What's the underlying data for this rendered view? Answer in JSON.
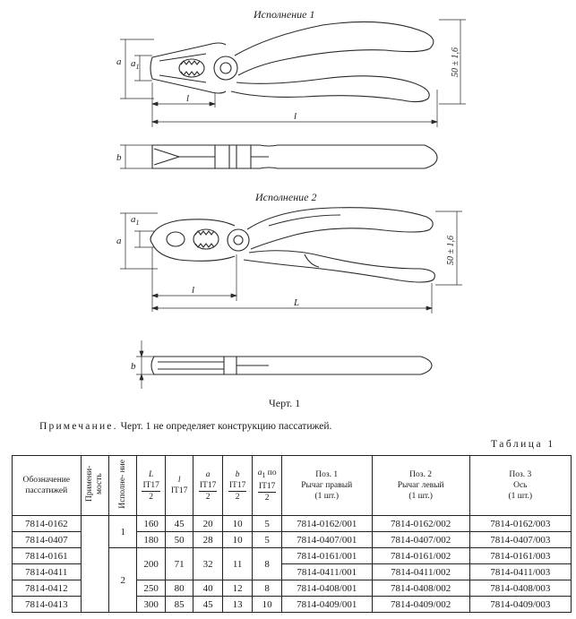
{
  "drawing": {
    "variant1_title": "Исполнение 1",
    "variant2_title": "Исполнение 2",
    "dim_a": "a",
    "dim_a1": "a",
    "dim_a1_sub": "1",
    "dim_l_small": "l",
    "dim_l_large": "l",
    "dim_L": "L",
    "dim_b": "b",
    "dim_height": "50 ± 1,6",
    "figure_caption": "Черт. 1"
  },
  "note": {
    "label": "Примечание.",
    "text": "Черт. 1 не определяет конструкцию пассатижей."
  },
  "table": {
    "caption": "Таблица 1",
    "headers": {
      "designation": "Обозначение пассатижей",
      "applicability": "Примени-\nмость",
      "variant": "Исполне-\nние",
      "L": "L",
      "L_num": "IT17",
      "L_den": "2",
      "l": "l",
      "l_sub": "IT17",
      "a": "a",
      "a_num": "IT17",
      "a_den": "2",
      "b": "b",
      "b_num": "IT17",
      "b_den": "2",
      "a1": "a",
      "a1_sub": "1",
      "a1_suffix": " по",
      "a1_num": "IT17",
      "a1_den": "2",
      "pos1_l1": "Поз. 1",
      "pos1_l2": "Рычаг правый",
      "pos1_l3": "(1 шт.)",
      "pos2_l1": "Поз. 2",
      "pos2_l2": "Рычаг левый",
      "pos2_l3": "(1 шт.)",
      "pos3_l1": "Поз. 3",
      "pos3_l2": "Ось",
      "pos3_l3": "(1 шт.)"
    },
    "variant_values": [
      "1",
      "2"
    ],
    "rows": [
      {
        "designation": "7814-0162",
        "L": "160",
        "l": "45",
        "a": "20",
        "b": "10",
        "a1": "5",
        "pos1": "7814-0162/001",
        "pos2": "7814-0162/002",
        "pos3": "7814-0162/003"
      },
      {
        "designation": "7814-0407",
        "L": "180",
        "l": "50",
        "a": "28",
        "b": "10",
        "a1": "5",
        "pos1": "7814-0407/001",
        "pos2": "7814-0407/002",
        "pos3": "7814-0407/003"
      },
      {
        "designation": "7814-0161",
        "L": "200",
        "l": "71",
        "a": "32",
        "b": "11",
        "a1": "8",
        "pos1": "7814-0161/001",
        "pos2": "7814-0161/002",
        "pos3": "7814-0161/003"
      },
      {
        "designation": "7814-0411",
        "pos1": "7814-0411/001",
        "pos2": "7814-0411/002",
        "pos3": "7814-0411/003"
      },
      {
        "designation": "7814-0412",
        "L": "250",
        "l": "80",
        "a": "40",
        "b": "12",
        "a1": "8",
        "pos1": "7814-0408/001",
        "pos2": "7814-0408/002",
        "pos3": "7814-0408/003"
      },
      {
        "designation": "7814-0413",
        "L": "300",
        "l": "85",
        "a": "45",
        "b": "13",
        "a1": "10",
        "pos1": "7814-0409/001",
        "pos2": "7814-0409/002",
        "pos3": "7814-0409/003"
      }
    ]
  }
}
